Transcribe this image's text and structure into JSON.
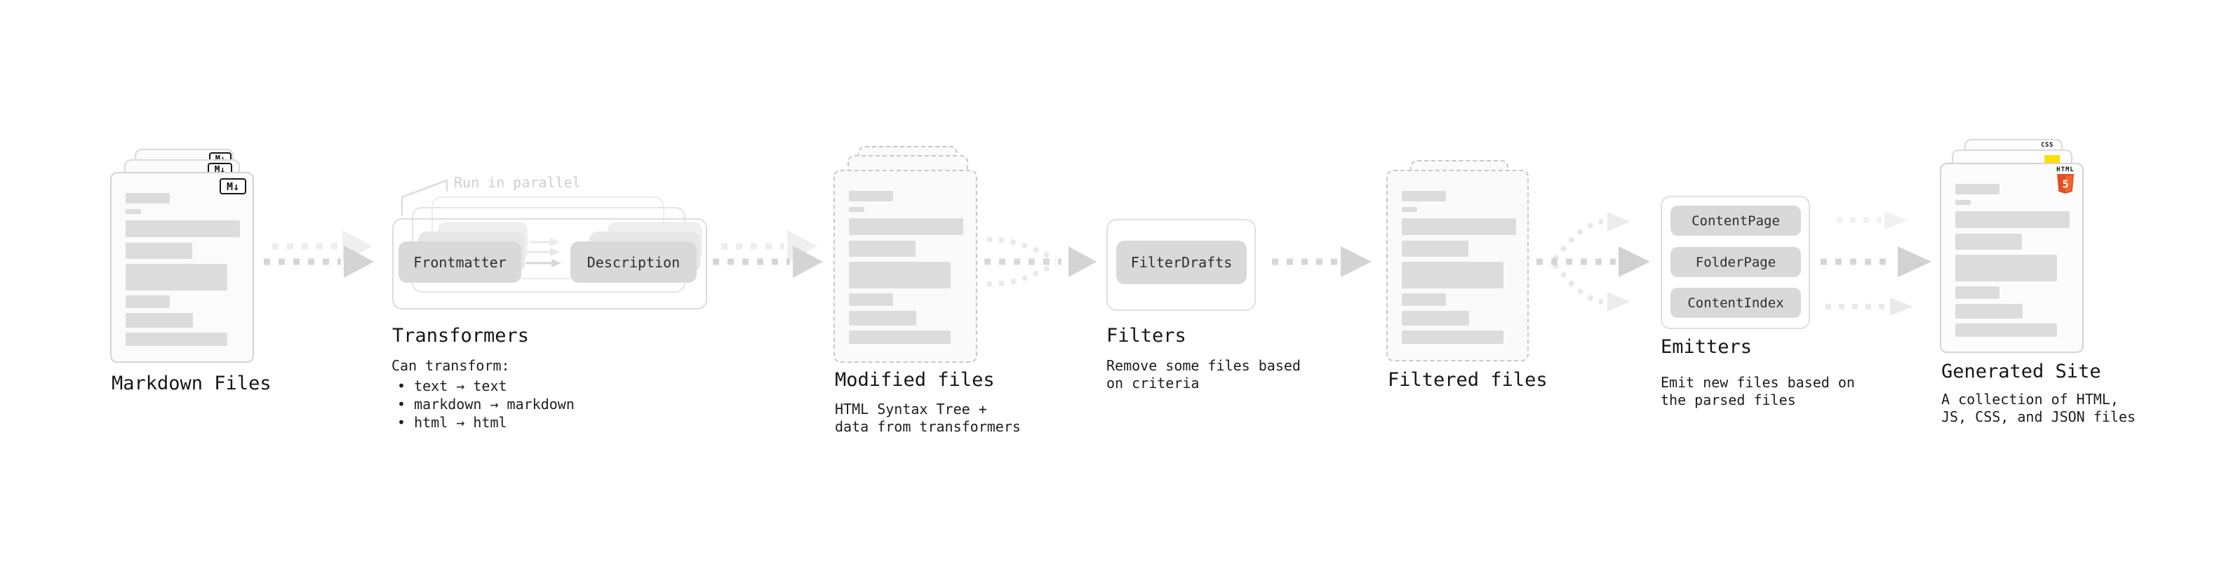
{
  "stages": {
    "markdown_files": {
      "label": "Markdown Files",
      "badge": "M↓"
    },
    "transformers": {
      "label": "Transformers",
      "annotation": "Run in parallel",
      "pill_left": "Frontmatter",
      "pill_right": "Description",
      "caption_title": "Can transform:",
      "bullets": [
        "• text → text",
        "• markdown → markdown",
        "• html → html"
      ]
    },
    "modified_files": {
      "label": "Modified files",
      "caption_line1": "HTML Syntax Tree +",
      "caption_line2": "data from transformers"
    },
    "filters": {
      "label": "Filters",
      "pill": "FilterDrafts",
      "caption_line1": "Remove some files based",
      "caption_line2": "on criteria"
    },
    "filtered_files": {
      "label": "Filtered files"
    },
    "emitters": {
      "label": "Emitters",
      "pills": [
        "ContentPage",
        "FolderPage",
        "ContentIndex"
      ],
      "caption_line1": "Emit new files based on",
      "caption_line2": "the parsed files"
    },
    "generated_site": {
      "label": "Generated Site",
      "caption_line1": "A collection of HTML,",
      "caption_line2": "JS, CSS, and JSON files",
      "html_badge_word": "HTML",
      "html_badge_number": "5",
      "css_badge_word": "CSS"
    }
  },
  "colors": {
    "html5_shield": "#e44d26",
    "html5_shield_light": "#f16529",
    "js_badge": "#ffde00",
    "css_badge_bar": "#2b6bf3",
    "pill_fill": "#d9d9d9",
    "arrow": "#d4d4d4",
    "arrow_ghost": "#ececec"
  }
}
